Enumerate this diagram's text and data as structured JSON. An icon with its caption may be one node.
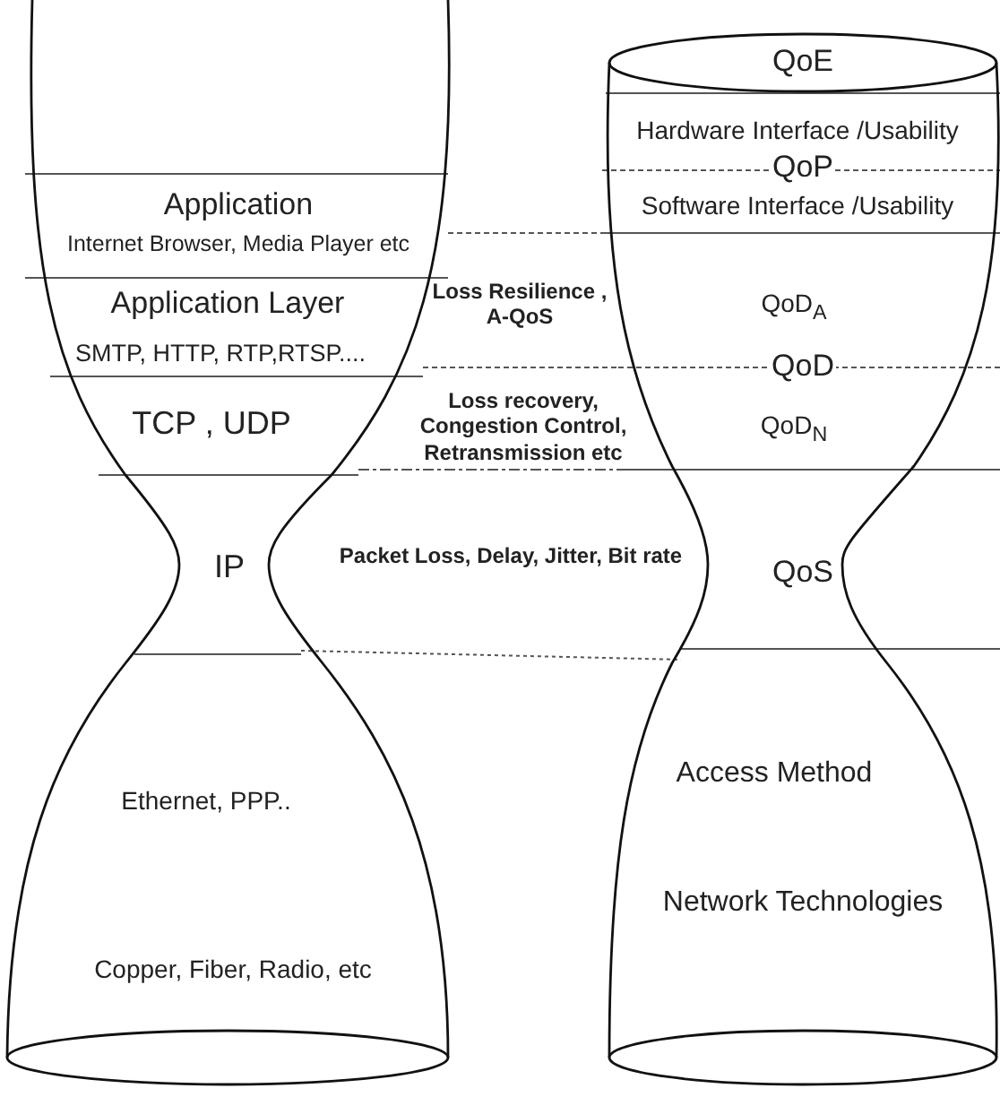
{
  "diagram": {
    "nodes": [
      {
        "text": [
          "Application",
          "Internet Browser, Media Player etc",
          "Application Layer",
          "SMTP, HTTP, RTP,RTSP....",
          "TCP , UDP",
          "IP",
          "Ethernet, PPP..",
          "Copper, Fiber, Radio, etc"
        ]
      },
      {
        "text": [
          "QoE",
          "Hardware Interface /Usability",
          "QoP",
          "Software Interface /Usability",
          "QoD$_{A}$",
          "QoD",
          "QoD$_{N}$",
          "QoS",
          "Access Method",
          "Network Technologies"
        ]
      }
    ],
    "labels": [
      "Loss Resilience , A-QoS",
      "Loss recovery, Congestion Control, Retransmission etc",
      "Packet Loss, Delay, Jitter, Bit rate"
    ]
  }
}
